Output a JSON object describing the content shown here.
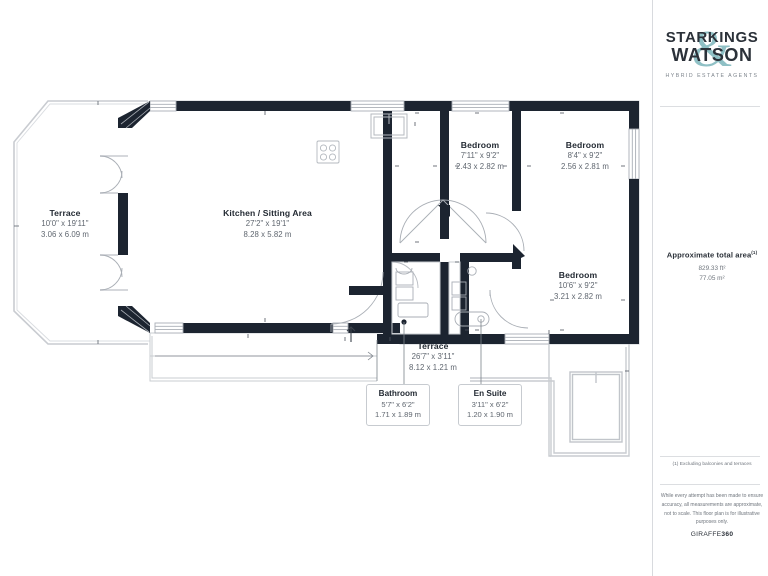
{
  "document": {
    "type": "floor-plan",
    "title": "Residential floor plan"
  },
  "brand": {
    "ampersand": "&",
    "line1": "STARKINGS",
    "line2": "WATSON",
    "tagline": "HYBRID ESTATE AGENTS",
    "accent_color": "#8fc0c5",
    "ink_color": "#232a33"
  },
  "area_summary": {
    "title": "Approximate total area",
    "footnote_marker": "(1)",
    "imperial": "829.33 ft²",
    "metric": "77.05 m²"
  },
  "notes": {
    "exclusion": "(1) Excluding balconies and terraces",
    "disclaimer": "While every attempt has been made to ensure accuracy, all measurements are approximate, not to scale. This floor plan is for illustrative purposes only.",
    "provider_prefix": "GIRAFFE",
    "provider_suffix": "360"
  },
  "rooms": [
    {
      "id": "terrace-west",
      "name": "Terrace",
      "imperial": "10'0\" x 19'11\"",
      "metric": "3.06 x 6.09 m",
      "style": "plain"
    },
    {
      "id": "kitchen-sitting-area",
      "name": "Kitchen / Sitting Area",
      "imperial": "27'2\" x 19'1\"",
      "metric": "8.28 x 5.82 m",
      "style": "plain"
    },
    {
      "id": "bedroom-1",
      "name": "Bedroom",
      "imperial": "7'11\" x 9'2\"",
      "metric": "2.43 x 2.82 m",
      "style": "plain"
    },
    {
      "id": "bedroom-2",
      "name": "Bedroom",
      "imperial": "8'4\" x 9'2\"",
      "metric": "2.56 x 2.81 m",
      "style": "plain"
    },
    {
      "id": "bedroom-3",
      "name": "Bedroom",
      "imperial": "10'6\" x 9'2\"",
      "metric": "3.21 x 2.82 m",
      "style": "plain"
    },
    {
      "id": "terrace-south",
      "name": "Terrace",
      "imperial": "26'7\" x 3'11\"",
      "metric": "8.12 x 1.21 m",
      "style": "plain"
    },
    {
      "id": "bathroom",
      "name": "Bathroom",
      "imperial": "5'7\" x 6'2\"",
      "metric": "1.71 x 1.89 m",
      "style": "callout"
    },
    {
      "id": "en-suite",
      "name": "En Suite",
      "imperial": "3'11\" x 6'2\"",
      "metric": "1.20 x 1.90 m",
      "style": "callout"
    }
  ],
  "plan_colors": {
    "wall": "#1c2430",
    "thin_line": "#a9aeb5",
    "light_line": "#c9ccd1",
    "fixture": "#9ea4ab",
    "background": "#ffffff"
  },
  "plan_symbols": [
    {
      "name": "hob-symbol",
      "label": "4-ring hob"
    },
    {
      "name": "sink-symbol",
      "label": "sink / counter"
    },
    {
      "name": "stairs-up-arrow",
      "label": "up"
    },
    {
      "name": "door-swing-arc",
      "label": "door swing"
    },
    {
      "name": "window-opening",
      "label": "window"
    },
    {
      "name": "wc-symbol",
      "label": "toilet"
    },
    {
      "name": "basin-symbol",
      "label": "wash basin"
    },
    {
      "name": "bath-symbol",
      "label": "bath"
    }
  ]
}
